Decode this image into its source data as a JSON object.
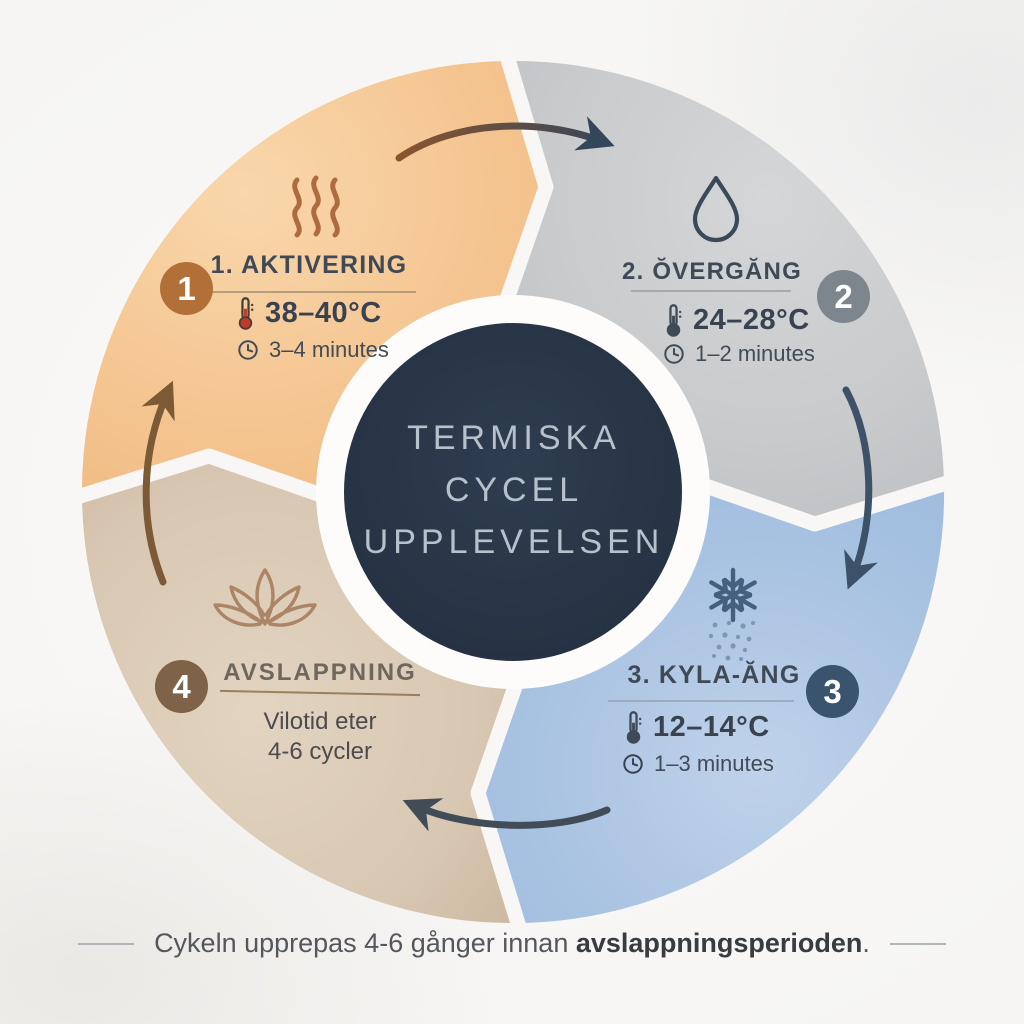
{
  "center": {
    "line1": "TERMISKA",
    "line2": "CYCEL",
    "line3": "UPPLEVELSEN"
  },
  "steps": [
    {
      "badge": "1",
      "title": "1. AKTIVERING",
      "temperature": "38–40°C",
      "duration": "3–4 minutes",
      "icon": "heat-waves-icon",
      "segment_color": "#f5c794",
      "badge_color": "#b27038"
    },
    {
      "badge": "2",
      "title": "2. ŎVERGĂNG",
      "temperature": "24–28°C",
      "duration": "1–2 minutes",
      "icon": "water-drop-icon",
      "segment_color": "#c8cacc",
      "badge_color": "#7e868d"
    },
    {
      "badge": "3",
      "title": "3. KYLA-ĂNG",
      "temperature": "12–14°C",
      "duration": "1–3 minutes",
      "icon": "snowflake-icon",
      "segment_color": "#a9c3e2",
      "badge_color": "#3a546e"
    },
    {
      "badge": "4",
      "title": "AVSLAPPNING",
      "note_line1": "Vilotid eter",
      "note_line2": "4-6 cycler",
      "icon": "lotus-icon",
      "segment_color": "#d8c7b2",
      "badge_color": "#7f6349"
    }
  ],
  "caption": {
    "prefix": "Cykeln upprepas 4-6 gånger innan ",
    "bold": "avslappningsperioden",
    "suffix": "."
  },
  "colors": {
    "center_circle": "#2a3848",
    "center_text": "#b6c1cb",
    "arrow_warm": "#8a5530",
    "arrow_cool": "#33465a",
    "background": "#f8f7f5"
  }
}
